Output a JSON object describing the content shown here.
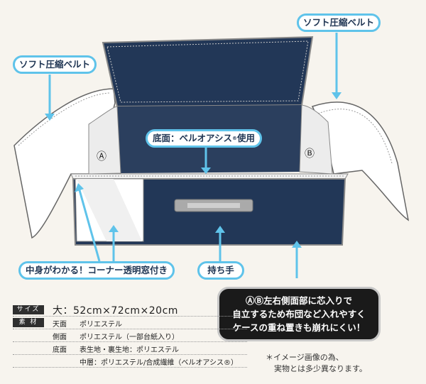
{
  "callouts": {
    "soft_belt_left": "ソフト圧縮ベルト",
    "soft_belt_right": "ソフト圧縮ベルト",
    "bottom_material": "底面：ベルオアシス",
    "bottom_material_mark": "®",
    "bottom_material_suffix": "使用",
    "window": "中身がわかる！コーナー透明窓付き",
    "handle": "持ち手",
    "panel_a": "Ⓐ",
    "panel_b": "Ⓑ",
    "side_panels_line1": "ⒶⒷ左右側面部に芯入りで",
    "side_panels_line2": "自立するため布団など入れやすく",
    "side_panels_line3": "ケースの重ね置きも崩れにくい！"
  },
  "spec": {
    "size_key": "サイズ",
    "size_value": "大：52cm×72cm×20cm",
    "material_key": "素 材",
    "rows": [
      {
        "part": "天面",
        "value": "ポリエステル"
      },
      {
        "part": "側面",
        "value": "ポリエステル（一部台紙入り）"
      },
      {
        "part": "底面",
        "value": "表生地・裏生地：ポリエステル"
      },
      {
        "part": "",
        "value": "中層：ポリエステル/合成繊維（ベルオアシス®）"
      }
    ]
  },
  "note": {
    "line1": "＊イメージ画像の為、",
    "line2": "実物とは多少異なります。"
  },
  "colors": {
    "navy": "#223757",
    "accent_blue": "#5fc3ea",
    "dark_pill": "#1a1a1a"
  }
}
